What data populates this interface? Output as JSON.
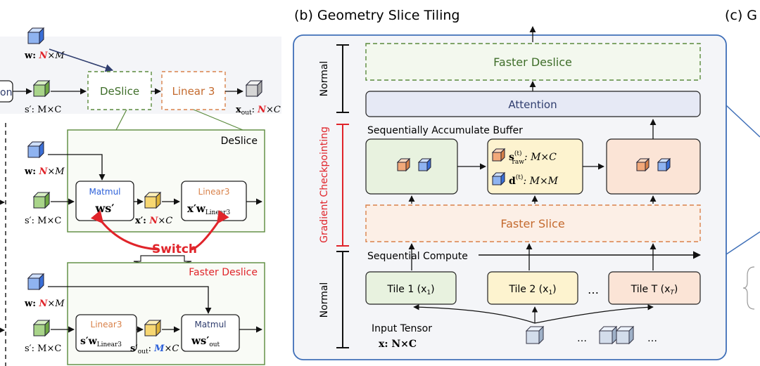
{
  "panel_b_title": "(b) Geometry Slice Tiling",
  "panel_c_title": "(c) G",
  "left": {
    "w_top_label": "w: ",
    "w_top_dims": "N",
    "w_top_rest": "×M",
    "partial_box": "on",
    "s_top_label": "s′: M×C",
    "deslice_top": "DeSlice",
    "linear3_top": "Linear 3",
    "xout_label": "x",
    "xout_sub": "out",
    "xout_colon": ": ",
    "xout_n": "N",
    "xout_rest": "×C",
    "deslice_panel_title": "DeSlice",
    "w_mid_label": "w: ",
    "w_mid_n": "N",
    "w_mid_rest": "×M",
    "s_mid_label": "s′: M×C",
    "matmul_label": "Matmul",
    "matmul_expr": "ws′",
    "xprime_label": "x′: ",
    "xprime_n": "N",
    "xprime_rest": "×C",
    "linear3_mid": "Linear3",
    "linear3_mid_expr": "x′w",
    "linear3_mid_sub": "Linear3",
    "switch_label": "Switch",
    "faster_deslice_title": "Faster Deslice",
    "w_bot_label": "w: ",
    "w_bot_n": "N",
    "w_bot_rest": "×M",
    "s_bot_label": "s′: M×C",
    "linear3_bot": "Linear3",
    "linear3_bot_expr": "s′w",
    "linear3_bot_sub": "Linear3",
    "sout_label": "s′",
    "sout_sub": "out",
    "sout_colon": ": ",
    "sout_m": "M",
    "sout_rest": "×C",
    "matmul_bot": "Matmul",
    "matmul_bot_expr": "ws′",
    "matmul_bot_sub": "out"
  },
  "middle": {
    "normal_top": "Normal",
    "normal_bottom": "Normal",
    "grad_ckpt": "Gradient Checkpointing",
    "faster_deslice": "Faster Deslice",
    "attention": "Attention",
    "seq_accum": "Sequentially Accumulate Buffer",
    "s_raw_label": "s",
    "s_raw_sup": "(t)",
    "s_raw_sub": "raw",
    "s_raw_dims": ": M×C",
    "d_label": "d",
    "d_sup": "(t)",
    "d_dims": ": M×M",
    "faster_slice": "Faster Slice",
    "seq_compute": "Sequential Compute",
    "tile1": "Tile 1 (x",
    "tile1_sub": "1",
    "tile2": "Tile 2 (x",
    "tile2_sub": "1",
    "tileT": "Tile T (x",
    "tileT_sub": "T",
    "ellipsis": "…",
    "input_tensor": "Input Tensor",
    "x_dims": "x: N×C",
    "ellipsis_bottom": "…",
    "ellipsis_bottom2": "…"
  },
  "colors": {
    "green_dash": "#5a8a3c",
    "orange_dash": "#d9824a",
    "red": "#e0242a",
    "blue": "#2b5fd9",
    "panel_border": "#3f6fb8",
    "navy_text": "#2f3d6e"
  }
}
